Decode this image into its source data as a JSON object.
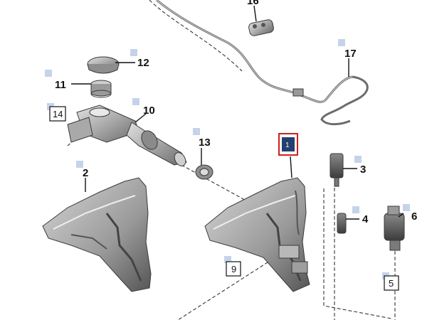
{
  "callouts": {
    "c1": "1",
    "c2": "2",
    "c3": "3",
    "c4": "4",
    "c5": "5",
    "c6": "6",
    "c9": "9",
    "c10": "10",
    "c11": "11",
    "c12": "12",
    "c13": "13",
    "c14": "14",
    "c16": "16",
    "c17": "17"
  },
  "colors": {
    "highlight_box": "#d0201c",
    "selected_fill": "#23406f",
    "marker_fill": "#c5d3ea",
    "part_fill": "#bdbdbd",
    "part_dark": "#5f5f5f"
  }
}
